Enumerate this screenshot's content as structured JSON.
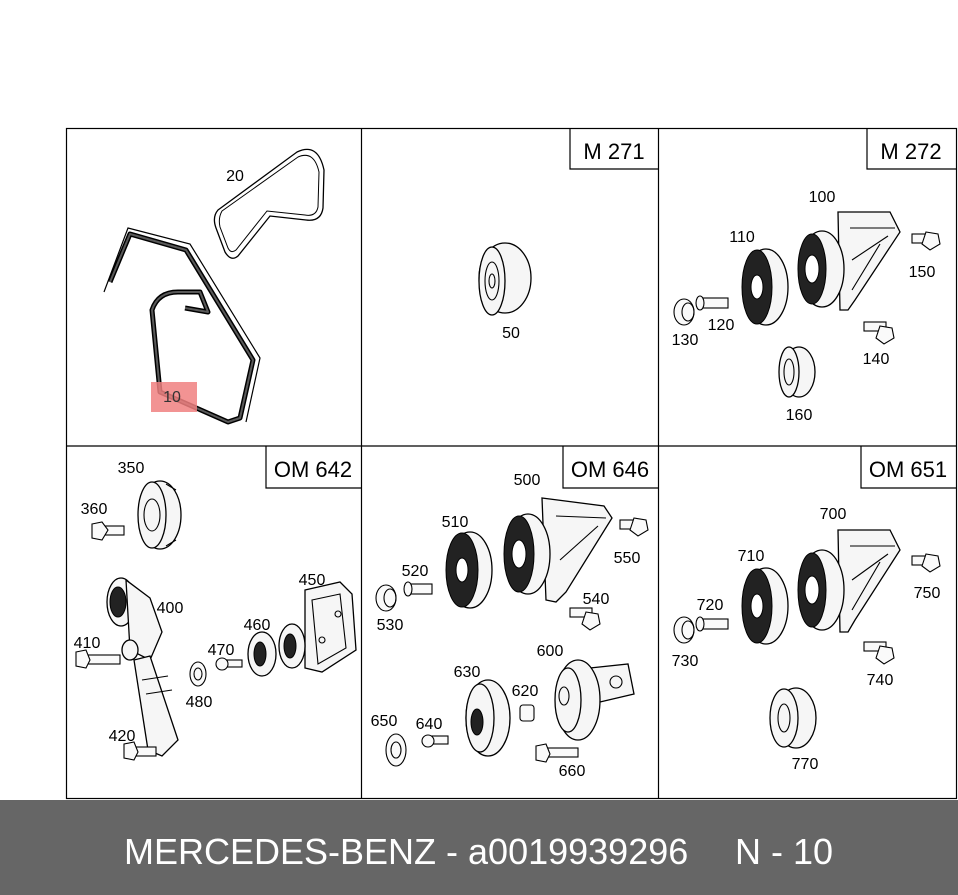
{
  "panels": [
    {
      "id": "p1",
      "header": "",
      "callouts": [
        "20",
        "10"
      ],
      "highlight": "10"
    },
    {
      "id": "p2",
      "header": "M 271",
      "callouts": [
        "50"
      ]
    },
    {
      "id": "p3",
      "header": "M 272",
      "callouts": [
        "100",
        "110",
        "150",
        "120",
        "130",
        "140",
        "160"
      ]
    },
    {
      "id": "p4",
      "header": "OM 642",
      "callouts": [
        "350",
        "360",
        "450",
        "400",
        "460",
        "470",
        "410",
        "480",
        "420"
      ]
    },
    {
      "id": "p5",
      "header": "OM 646",
      "callouts": [
        "500",
        "510",
        "550",
        "520",
        "540",
        "530",
        "600",
        "630",
        "620",
        "650",
        "640",
        "660"
      ]
    },
    {
      "id": "p6",
      "header": "OM 651",
      "callouts": [
        "700",
        "710",
        "750",
        "720",
        "730",
        "740",
        "770"
      ]
    }
  ],
  "footer": {
    "part": "MERCEDES-BENZ - a0019939296",
    "page": "N - 10"
  },
  "colors": {
    "highlight": "#f08080",
    "footer_bg": "#666666",
    "footer_text": "#ffffff"
  }
}
